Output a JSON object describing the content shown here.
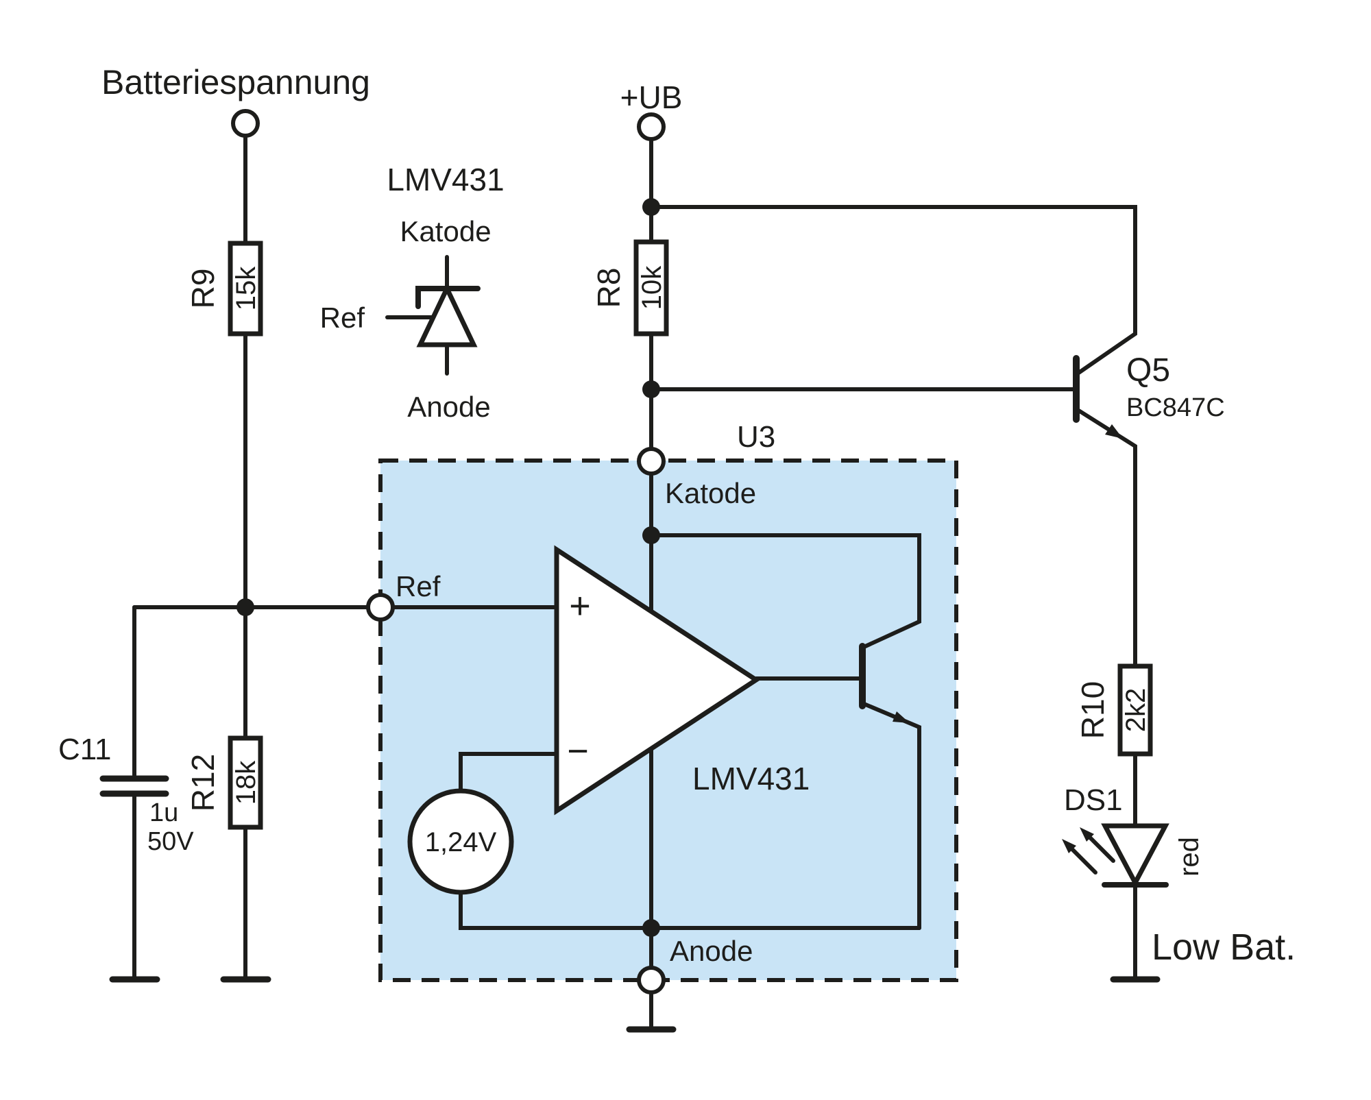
{
  "title": "Batteriespannung",
  "supply": "+UB",
  "low_bat": "Low Bat.",
  "colors": {
    "wire": "#1d1d1b",
    "block_fill": "#c9e4f6",
    "low_bat_text": "#29a9e1"
  },
  "sym": {
    "part": "LMV431",
    "katode": "Katode",
    "ref": "Ref",
    "anode": "Anode"
  },
  "u3": {
    "name": "U3",
    "part": "LMV431",
    "vref": "1,24V",
    "katode": "Katode",
    "ref": "Ref",
    "anode": "Anode",
    "plus": "+",
    "minus": "−"
  },
  "r9": {
    "name": "R9",
    "value": "15k"
  },
  "r8": {
    "name": "R8",
    "value": "10k"
  },
  "r12": {
    "name": "R12",
    "value": "18k"
  },
  "r10": {
    "name": "R10",
    "value": "2k2"
  },
  "c11": {
    "name": "C11",
    "value": "1u",
    "voltage": "50V"
  },
  "q5": {
    "name": "Q5",
    "part": "BC847C"
  },
  "ds1": {
    "name": "DS1",
    "color": "red"
  }
}
